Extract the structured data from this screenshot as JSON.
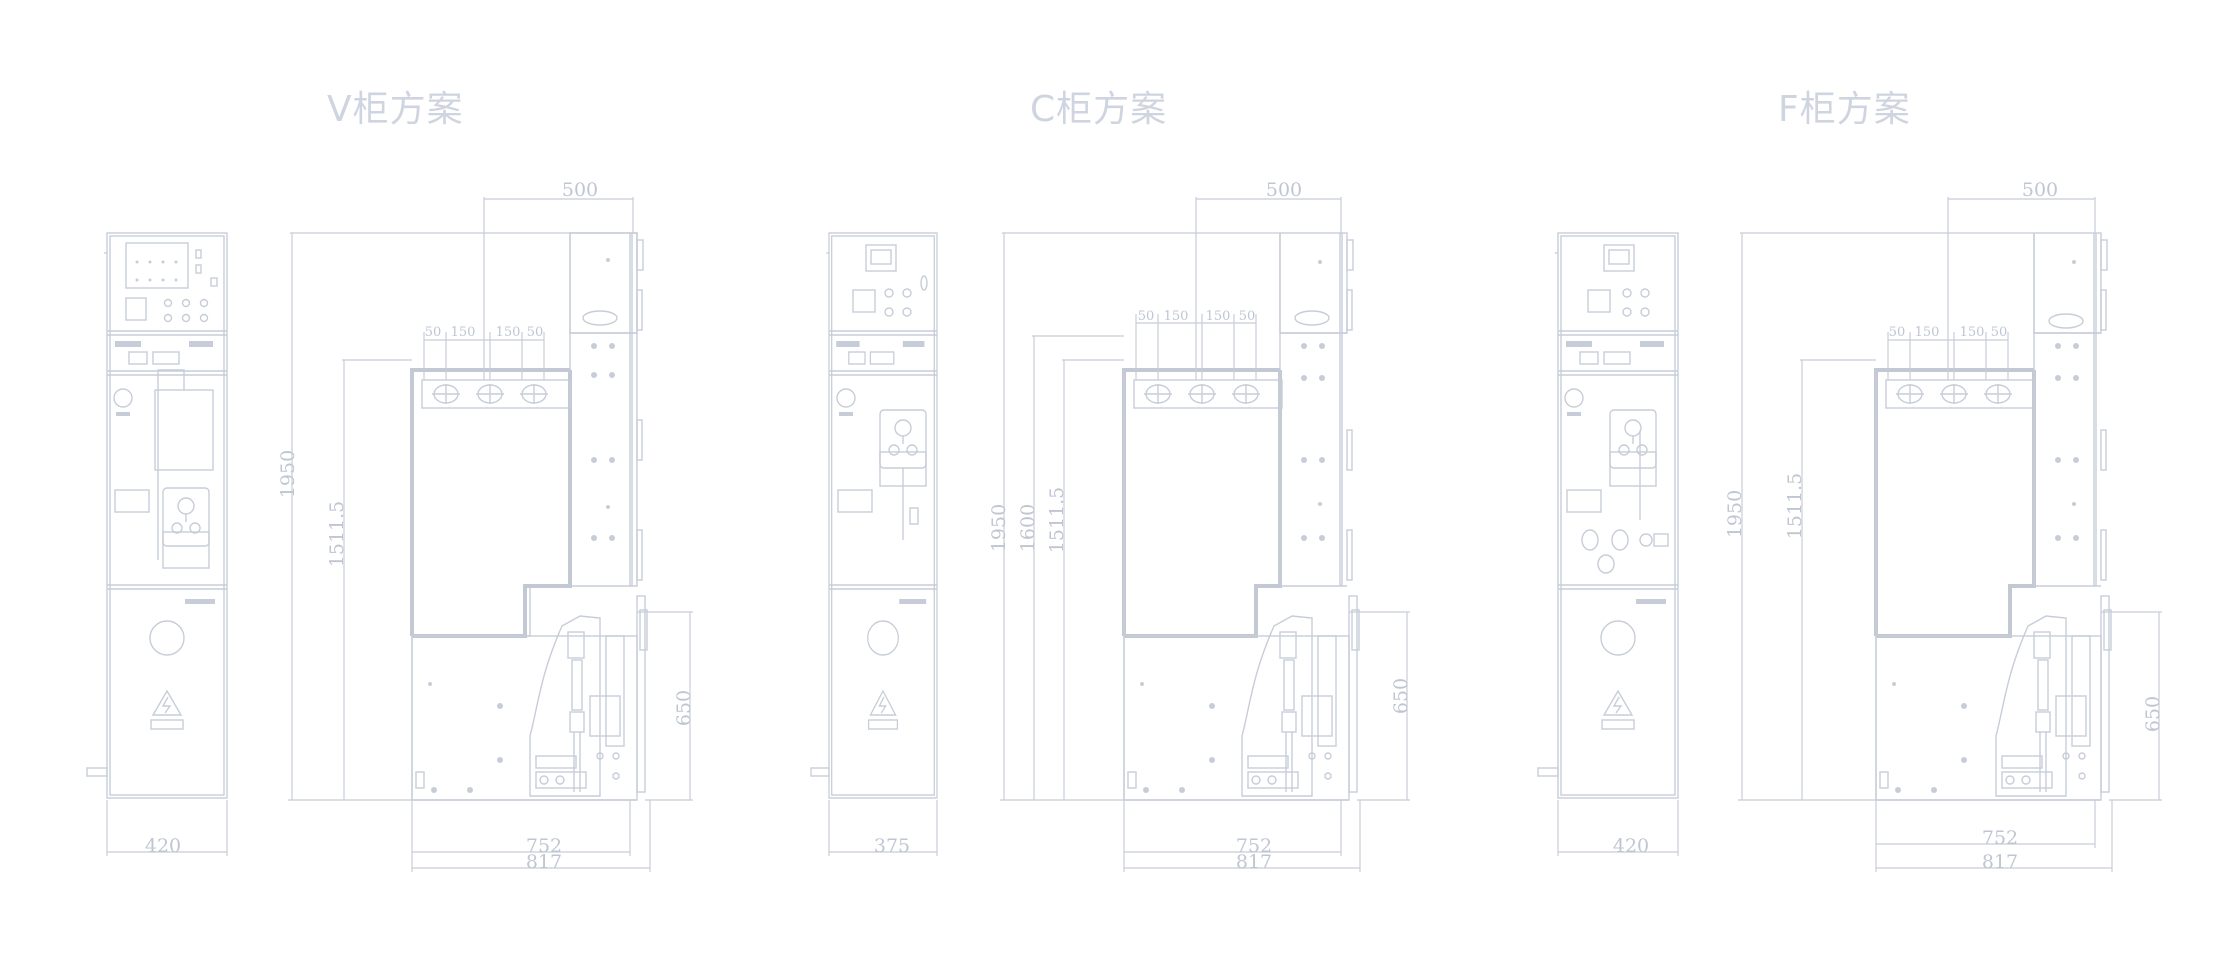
{
  "schemes": [
    {
      "title": "V柜方案",
      "front_width": "420",
      "depth_top": "500",
      "busbar_spacing": [
        "50",
        "150",
        "150",
        "50"
      ],
      "height_total": "1950",
      "height_mid": "",
      "height_lower": "1511.5",
      "height_cable": "650",
      "depth_1": "752",
      "depth_2": "817"
    },
    {
      "title": "C柜方案",
      "front_width": "375",
      "depth_top": "500",
      "busbar_spacing": [
        "50",
        "150",
        "150",
        "50"
      ],
      "height_total": "1950",
      "height_mid": "1600",
      "height_lower": "1511.5",
      "height_cable": "650",
      "depth_1": "752",
      "depth_2": "817"
    },
    {
      "title": "F柜方案",
      "front_width": "420",
      "depth_top": "500",
      "busbar_spacing": [
        "50",
        "150",
        "150",
        "50"
      ],
      "height_total": "1950",
      "height_mid": "",
      "height_lower": "1511.5",
      "height_cable": "650",
      "depth_1": "752",
      "depth_2": "817"
    }
  ],
  "colors": {
    "line": "#c7cdd8",
    "title": "#cfd5e0"
  }
}
